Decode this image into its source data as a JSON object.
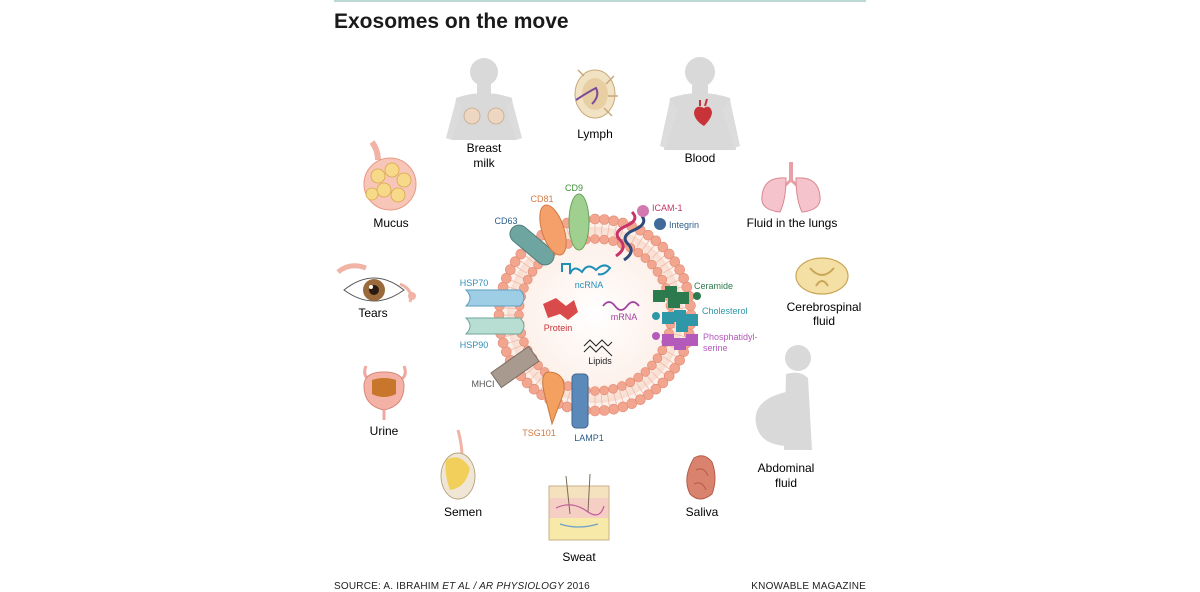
{
  "title": "Exosomes on the move",
  "fluids": {
    "breast_milk_1": "Breast",
    "breast_milk_2": "milk",
    "lymph": "Lymph",
    "blood": "Blood",
    "mucus": "Mucus",
    "lungs": "Fluid in the lungs",
    "tears": "Tears",
    "csf_1": "Cerebrospinal",
    "csf_2": "fluid",
    "urine": "Urine",
    "abdominal_1": "Abdominal",
    "abdominal_2": "fluid",
    "semen": "Semen",
    "saliva": "Saliva",
    "sweat": "Sweat"
  },
  "components": {
    "cd81": "CD81",
    "cd9": "CD9",
    "cd63": "CD63",
    "icam1": "ICAM-1",
    "integrin": "Integrin",
    "hsp70": "HSP70",
    "hsp90": "HSP90",
    "ncrna": "ncRNA",
    "protein": "Protein",
    "mrna": "mRNA",
    "lipids": "Lipids",
    "ceramide": "Ceramide",
    "cholesterol": "Cholesterol",
    "ps_1": "Phosphatidyl-",
    "ps_2": "serine",
    "mhci": "MHCI",
    "tsg101": "TSG101",
    "lamp1": "LAMP1"
  },
  "colors": {
    "membrane": "#f2a58f",
    "membrane_inner": "#fbe6dc",
    "silhouette": "#d9d9d9",
    "cd81": "#f5a06a",
    "cd9": "#9fd08f",
    "cd63": "#6fa5a0",
    "hsp": "#9ecde6",
    "hsp90": "#b8ddd3",
    "mhci": "#a89a8e",
    "tsg101": "#f4a060",
    "lamp1": "#5b89b9",
    "ceramide": "#2c7a4d",
    "cholesterol": "#2e98a8",
    "phosphatidylserine": "#b45aba",
    "protein": "#d94a4a",
    "mrna": "#a23fa3",
    "ncrna": "#1f8fb8"
  },
  "footer": {
    "source_prefix": "SOURCE: A. IBRAHIM ",
    "source_italic": "ET AL / AR PHYSIOLOGY",
    "source_year": " 2016",
    "credit": "KNOWABLE MAGAZINE"
  }
}
